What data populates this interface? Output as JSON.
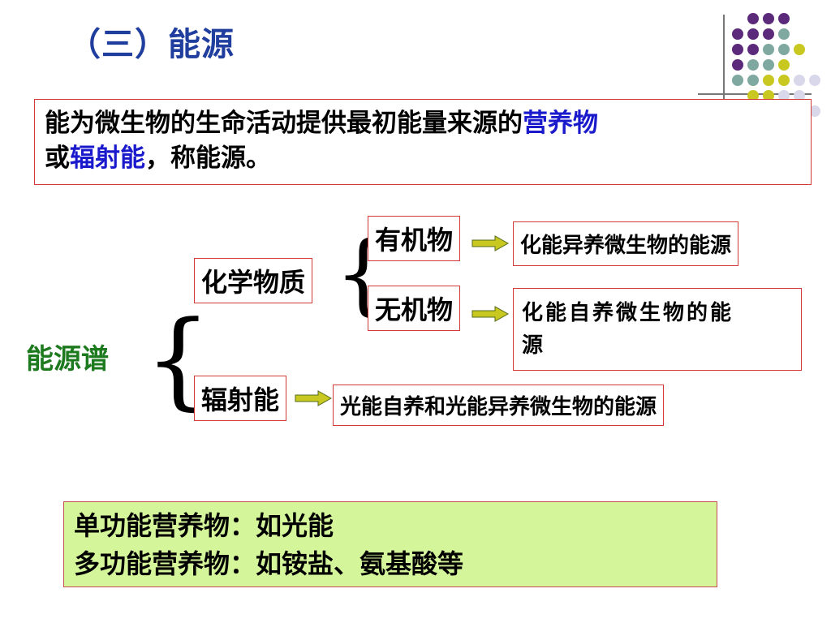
{
  "title": "（三）能源",
  "definition": {
    "part1": "能为微生物的生命活动提供最初能量来源的",
    "highlight1": "营养物",
    "part2": "或",
    "highlight2": "辐射能",
    "part3": "，称能源。"
  },
  "spectrum_label": "能源谱",
  "branches": {
    "chemical": "化学物质",
    "organic": "有机物",
    "inorganic": "无机物",
    "radiant": "辐射能"
  },
  "results": {
    "organic": "化能异养微生物的能源",
    "inorganic_line1": "化能自养微生物的能",
    "inorganic_line2": "源",
    "radiant": "光能自养和光能异养微生物的能源"
  },
  "notes": {
    "line1": "单功能营养物：如光能",
    "line2": "多功能营养物：如铵盐、氨基酸等"
  },
  "colors": {
    "title": "#1f3e9e",
    "highlight": "#1a1acc",
    "spectrum": "#1e7a1e",
    "note_bg": "#d5f59a",
    "box_border": "#d23a3a",
    "arrow_fill": "#c8c820",
    "dot_purple": "#5b2a7a",
    "dot_teal": "#7fa8a0",
    "dot_yellow": "#c8c820",
    "dot_lavender": "#d8d8ea"
  }
}
